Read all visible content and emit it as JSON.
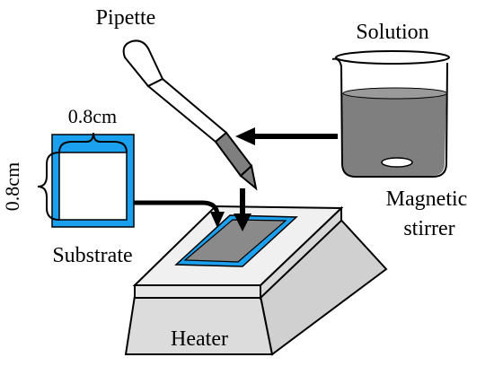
{
  "labels": {
    "pipette": "Pipette",
    "solution": "Solution",
    "magnetic": "Magnetic",
    "stirrer": "stirrer",
    "substrate": "Substrate",
    "heater": "Heater",
    "width_dim": "0.8cm",
    "height_dim": "0.8cm"
  },
  "colors": {
    "substrate_blue": "#1aa0ee",
    "liquid_gray": "#7f7f7f",
    "film_gray": "#8a8a8a",
    "heater_gray": "#dcdcdc",
    "stroke": "#000000"
  },
  "icons": {
    "pipette": "pipette-icon",
    "beaker": "beaker-icon",
    "stir_bar": "stir-bar-icon",
    "heater": "heater-icon"
  }
}
